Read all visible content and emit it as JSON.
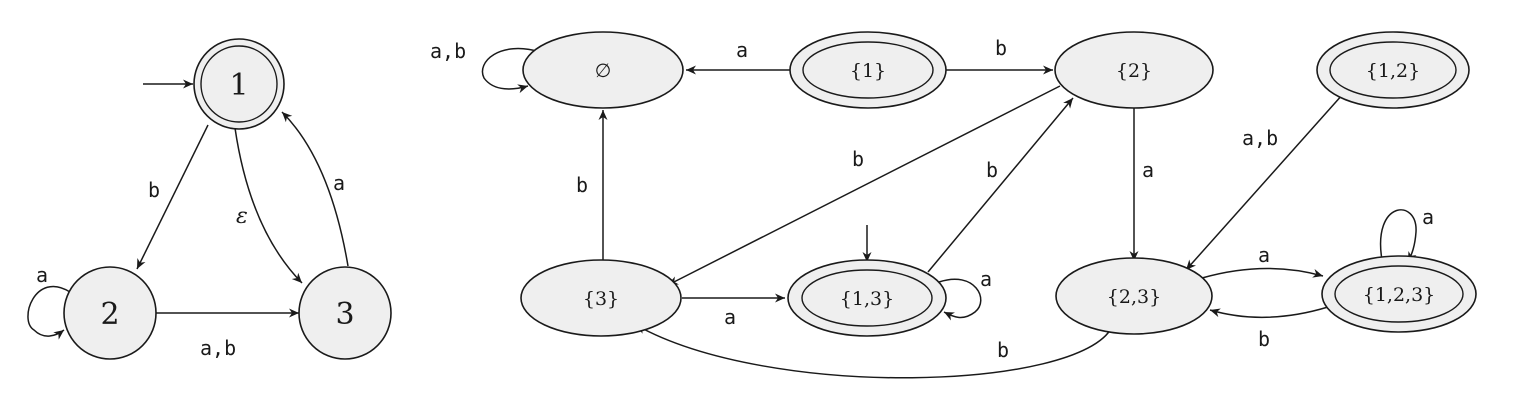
{
  "nfa": {
    "states": {
      "s1": "1",
      "s2": "2",
      "s3": "3"
    },
    "edges": {
      "s1_s2": "b",
      "s1_s3": "ε",
      "s3_s1": "a",
      "s2_s3": "a,b",
      "s2_loop": "a"
    }
  },
  "dfa": {
    "states": {
      "empty": "∅",
      "q1": "{1}",
      "q2": "{2}",
      "q12": "{1,2}",
      "q3": "{3}",
      "q13": "{1,3}",
      "q23": "{2,3}",
      "q123": "{1,2,3}"
    },
    "edges": {
      "empty_loop": "a,b",
      "q1_empty": "a",
      "q1_q2": "b",
      "q3_empty": "b",
      "q2_q3": "b",
      "q13_q2": "b",
      "q2_q23": "a",
      "q12_q23": "a,b",
      "q3_q13": "a",
      "q13_loop": "a",
      "q23_q123": "a",
      "q123_q23": "b",
      "q123_loop": "a",
      "q23_q3": "b"
    }
  }
}
